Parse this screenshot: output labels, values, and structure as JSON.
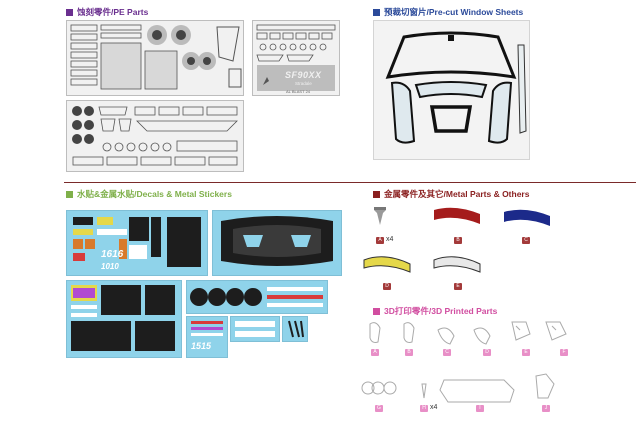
{
  "sections": {
    "pe": {
      "title": "蚀刻零件/PE Parts",
      "color": "#6a2f8f"
    },
    "window": {
      "title": "预裁切窗片/Pre-cut Window Sheets",
      "color": "#2b4a9a"
    },
    "decals": {
      "title": "水贴&金属水贴/Decals & Metal Stickers",
      "color": "#7fb04a"
    },
    "metal": {
      "title": "金属零件及其它/Metal Parts & Others",
      "color": "#8a1f1f"
    },
    "printed": {
      "title": "3D打印零件/3D Printed Parts",
      "color": "#d14da0"
    }
  },
  "pe_sheet": {
    "badge_model": "SF90XX",
    "badge_sub": "Stradale",
    "signature": "AL BLAST 24"
  },
  "decal_numbers": {
    "big": "1616",
    "small": "1010",
    "bottom": "1515"
  },
  "metal_parts": {
    "items": [
      {
        "label": "A",
        "qty": "x4"
      },
      {
        "label": "B"
      },
      {
        "label": "C"
      },
      {
        "label": "D"
      },
      {
        "label": "E"
      }
    ],
    "label_color": "#a33a3a"
  },
  "printed_parts": {
    "items": [
      {
        "label": "A"
      },
      {
        "label": "B"
      },
      {
        "label": "C"
      },
      {
        "label": "D"
      },
      {
        "label": "E"
      },
      {
        "label": "F"
      },
      {
        "label": "G"
      },
      {
        "label": "H",
        "qty": "x4"
      },
      {
        "label": "I"
      },
      {
        "label": "J"
      }
    ],
    "label_color": "#e88fc7"
  }
}
